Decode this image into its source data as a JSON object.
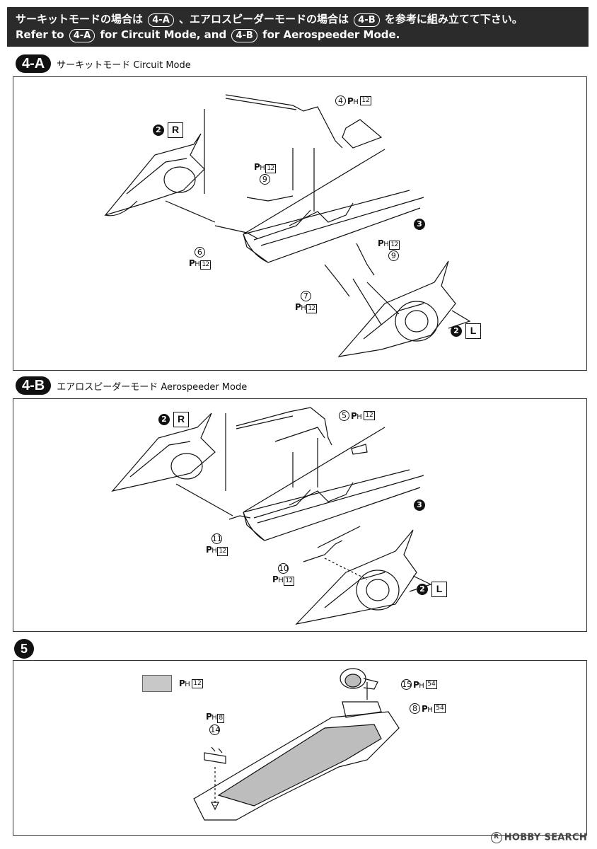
{
  "banner": {
    "jp_pre": "サーキットモードの場合は",
    "jp_mid": "、エアロスピーダーモードの場合は",
    "jp_post": "を参考に組み立てて下さい。",
    "en_pre": "Refer to",
    "en_mid": "for Circuit Mode, and",
    "en_post": "for Aerospeeder Mode.",
    "ref_a": "4-A",
    "ref_b": "4-B"
  },
  "sections": {
    "a": {
      "badge": "4-A",
      "title": "サーキットモード Circuit Mode"
    },
    "b": {
      "badge": "4-B",
      "title": "エアロスピーダーモード Aerospeeder Mode"
    },
    "five": {
      "badge": "5"
    }
  },
  "parts": {
    "p2": "2",
    "p3": "3",
    "p4": "4",
    "p5": "5",
    "p6": "6",
    "p7": "7",
    "p8": "8",
    "p9": "9",
    "p10": "10",
    "p11": "11",
    "p14": "14",
    "p15": "15",
    "side_r": "R",
    "side_l": "L"
  },
  "runners": {
    "ph_p": "P",
    "ph_h": "H",
    "r12": "12",
    "r8": "8",
    "r54": "54"
  },
  "watermark": {
    "mark": "R",
    "brand": "HOBBY SEARCH"
  },
  "colors": {
    "banner_bg": "#2b2b2b",
    "swatch": "#c8c8c8",
    "cockpit_gray": "#bdbdbd"
  }
}
